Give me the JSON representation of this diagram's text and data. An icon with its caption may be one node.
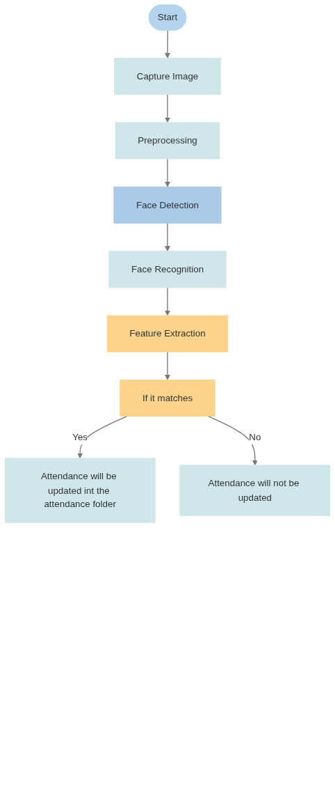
{
  "diagram": {
    "nodes": [
      {
        "text": [
          "Start"
        ]
      },
      {
        "text": [
          "Capture Image"
        ]
      },
      {
        "text": [
          "Preprocessing"
        ]
      },
      {
        "text": [
          "Face Detection"
        ]
      },
      {
        "text": [
          "Face Recognition"
        ]
      },
      {
        "text": [
          "Feature Extraction"
        ]
      },
      {
        "text": [
          "If it matches"
        ]
      },
      {
        "text": [
          "Attendance will be updated int the attendance folder"
        ]
      },
      {
        "text": [
          "Attendance will not be updated"
        ]
      }
    ],
    "edges": [
      {
        "from": 0,
        "to": 1,
        "arrow": "to"
      },
      {
        "from": 1,
        "to": 2,
        "arrow": "to"
      },
      {
        "from": 2,
        "to": 3,
        "arrow": "to"
      },
      {
        "from": 3,
        "to": 4,
        "arrow": "to"
      },
      {
        "from": 4,
        "to": 5,
        "arrow": "to"
      },
      {
        "from": 5,
        "to": 6,
        "arrow": "to"
      },
      {
        "from": 6,
        "to": 7,
        "label": "Yes",
        "arrow": "to"
      },
      {
        "from": 6,
        "to": 8,
        "label": "No",
        "arrow": "to"
      }
    ]
  }
}
